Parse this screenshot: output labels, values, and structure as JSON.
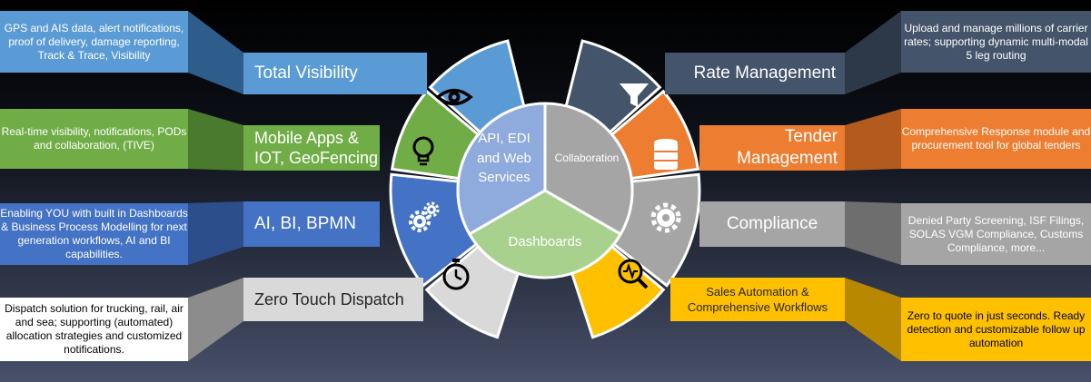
{
  "left": [
    {
      "title": "Total Visibility",
      "desc": "GPS and AIS data, alert notifications, proof of delivery, damage reporting, Track & Trace, Visibility",
      "color": "#5b9bd5",
      "icon": "eye-icon"
    },
    {
      "title": "Mobile Apps & IOT, GeoFencing",
      "desc": "Real-time visibility, notifications, PODs and collaboration, (TIVE)",
      "color": "#70ad47",
      "icon": "lightbulb-icon"
    },
    {
      "title": "AI, BI, BPMN",
      "desc": "Enabling YOU with built in Dashboards & Business Process Modelling for next generation workflows, AI and BI capabilities.",
      "color": "#4472c4",
      "icon": "gears-icon"
    },
    {
      "title": "Zero Touch Dispatch",
      "desc": "Dispatch solution for trucking, rail, air and sea; supporting (automated) allocation strategies and customized notifications.",
      "color": "#d9d9d9",
      "icon": "stopwatch-icon"
    }
  ],
  "right": [
    {
      "title": "Rate Management",
      "desc": "Upload and manage millions of carrier rates; supporting dynamic multi-modal 5 leg routing",
      "color": "#44546a",
      "icon": "funnel-icon"
    },
    {
      "title": "Tender Management",
      "desc": "Comprehensive Response module and procurement tool for global tenders",
      "color": "#ed7d31",
      "icon": "database-icon"
    },
    {
      "title": "Compliance",
      "desc": "Denied Party Screening, ISF Filings, SOLAS VGM Compliance, Customs Compliance, more...",
      "color": "#a5a5a5",
      "icon": "gear-icon"
    },
    {
      "title": "Sales Automation & Comprehensive Workflows",
      "desc": "Zero to quote in just seconds. Ready detection and customizable follow up automation",
      "color": "#ffc000",
      "icon": "magnifier-chart-icon"
    }
  ],
  "center": {
    "api": "API, EDI and Web Services",
    "collaboration": "Collaboration",
    "dashboards": "Dashboards",
    "colors": {
      "api": "#8faadc",
      "collaboration": "#a5a5a5",
      "dashboards": "#a9d18e"
    }
  }
}
